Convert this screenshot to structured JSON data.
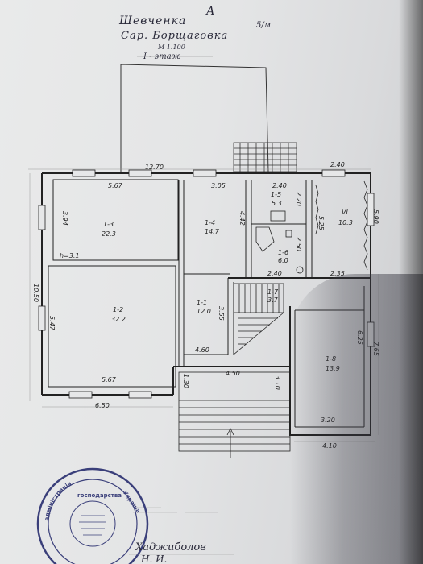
{
  "header": {
    "letter": "А",
    "line1": "Шевченка",
    "line1_suffix": "5/м",
    "line2": "Сар. Борщаговка",
    "scale": "М 1:100",
    "floor": "I - этаж"
  },
  "rooms": [
    {
      "id": "1-3",
      "area": "22.3"
    },
    {
      "id": "1-2",
      "area": "32.2"
    },
    {
      "id": "1-4",
      "area": "14.7"
    },
    {
      "id": "1-5",
      "area": "5.3"
    },
    {
      "id": "1-6",
      "area": "6.0"
    },
    {
      "id": "VI",
      "area": "10.3"
    },
    {
      "id": "1-1",
      "area": "12.0"
    },
    {
      "id": "1-7",
      "area": "3.7"
    },
    {
      "id": "1-8",
      "area": "13.9"
    }
  ],
  "dimensions": {
    "top_total": "12.70",
    "room13_width": "5.67",
    "room14_width": "3.05",
    "room15_width": "2.40",
    "room_vi_width": "2.40",
    "room13_height": "3.94",
    "room14_height": "4.42",
    "room15_height": "2.20",
    "room16_height": "2.50",
    "room_vi_height": "5.25",
    "right_height": "5.90",
    "ceiling": "h=3.1",
    "left_total": "10.50",
    "room12_height": "5.47",
    "room12_width": "5.67",
    "bottom_total": "6.50",
    "room16_bottom": "2.40",
    "room_vi_bottom": "2.35",
    "hall_height": "3.55",
    "hall_width": "4.60",
    "porch_width": "4.50",
    "porch_left": "1.30",
    "porch_right": "3.10",
    "room18_height": "6.25",
    "room18_right": "7.65",
    "room18_width": "3.20",
    "room18_bottom": "4.10"
  },
  "stamp": {
    "text": "адміністрація",
    "text2": "господарства",
    "text3": "Украіна"
  },
  "signature": {
    "line1": "Хаджиболов",
    "line2": "Н. И."
  }
}
